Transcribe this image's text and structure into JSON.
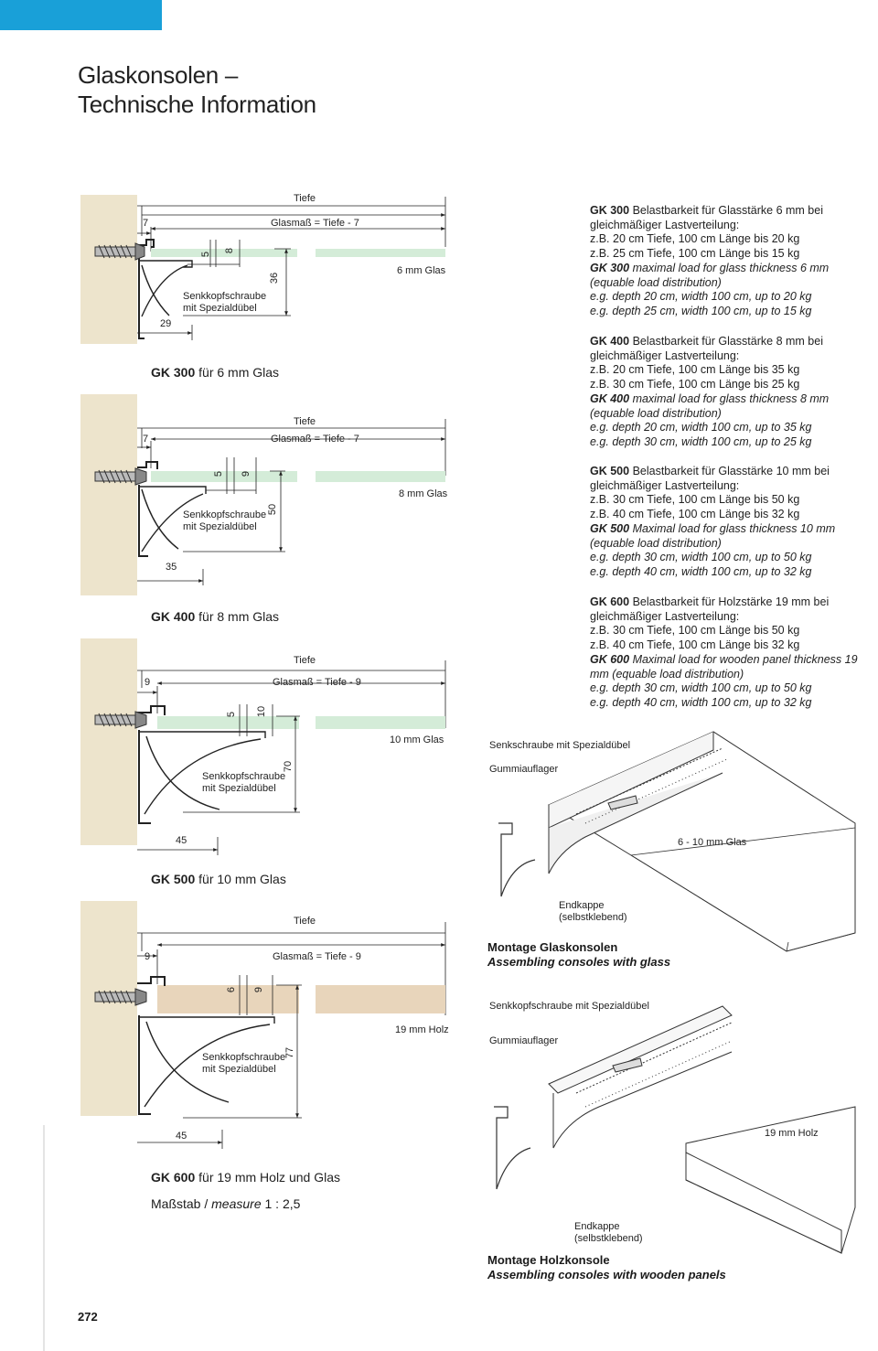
{
  "header": {
    "title_line1": "Glaskonsolen –",
    "title_line2": "Technische Information"
  },
  "diagrams": [
    {
      "id": "gk300",
      "tiefe": "Tiefe",
      "glasmass": "Glasmaß = Tiefe - 7",
      "offset": "7",
      "d1": "5",
      "d2": "8",
      "height": "36",
      "width": "29",
      "panel": "6 mm Glas",
      "screw": "Senkkopfschraube\nmit Spezialdübel",
      "cap_model": "GK 300",
      "cap_rest": " für 6 mm Glas"
    },
    {
      "id": "gk400",
      "tiefe": "Tiefe",
      "glasmass": "Glasmaß = Tiefe - 7",
      "offset": "7",
      "d1": "5",
      "d2": "9",
      "height": "50",
      "width": "35",
      "panel": "8 mm Glas",
      "screw": "Senkkopfschraube\nmit Spezialdübel",
      "cap_model": "GK 400",
      "cap_rest": " für 8 mm Glas"
    },
    {
      "id": "gk500",
      "tiefe": "Tiefe",
      "glasmass": "Glasmaß = Tiefe - 9",
      "offset": "9",
      "d1": "5",
      "d2": "10",
      "height": "70",
      "width": "45",
      "panel": "10 mm Glas",
      "screw": "Senkkopfschraube\nmit Spezialdübel",
      "cap_model": "GK 500",
      "cap_rest": " für 10 mm Glas"
    },
    {
      "id": "gk600",
      "tiefe": "Tiefe",
      "glasmass": "Glasmaß = Tiefe - 9",
      "offset": "9",
      "d1": "6",
      "d2": "9",
      "height": "77",
      "width": "45",
      "panel": "19 mm Holz",
      "screw": "Senkkopfschraube\nmit Spezialdübel",
      "cap_model": "GK 600",
      "cap_rest": " für 19 mm Holz und Glas"
    }
  ],
  "scale": {
    "label": "Maßstab / ",
    "label_en": "measure",
    "value": " 1 : 2,5"
  },
  "specs": [
    {
      "model": "GK 300",
      "de_head": " Belastbarkeit für Glasstärke 6 mm bei gleichmäßiger Lastverteilung:",
      "de_1": "z.B. 20 cm Tiefe, 100 cm Länge bis 20 kg",
      "de_2": "z.B. 25 cm Tiefe, 100 cm Länge bis 15 kg",
      "en_head": " maximal load for glass thickness 6 mm (equable load distribution)",
      "en_1": "e.g. depth 20 cm, width 100 cm, up to 20 kg",
      "en_2": "e.g. depth 25 cm, width 100 cm, up to 15 kg"
    },
    {
      "model": "GK 400",
      "de_head": " Belastbarkeit für Glasstärke 8 mm bei gleichmäßiger Lastverteilung:",
      "de_1": "z.B. 20 cm Tiefe, 100 cm Länge bis 35 kg",
      "de_2": "z.B. 30 cm Tiefe, 100 cm Länge bis 25 kg",
      "en_head": " maximal load for glass thickness 8 mm (equable load distribution)",
      "en_1": "e.g. depth 20 cm, width 100 cm, up to 35 kg",
      "en_2": "e.g. depth 30 cm, width 100 cm, up to 25 kg"
    },
    {
      "model": "GK 500",
      "de_head": " Belastbarkeit für Glasstärke 10 mm bei gleichmäßiger Lastverteilung:",
      "de_1": "z.B. 30 cm Tiefe, 100 cm Länge bis 50 kg",
      "de_2": "z.B. 40 cm Tiefe, 100 cm Länge bis 32 kg",
      "en_head": " Maximal load for glass thickness 10 mm (equable load distribution)",
      "en_1": "e.g. depth 30 cm, width 100 cm, up to 50 kg",
      "en_2": "e.g. depth 40 cm, width 100 cm, up to 32 kg"
    },
    {
      "model": "GK 600",
      "de_head": " Belastbarkeit für Holzstärke 19 mm bei gleichmäßiger Lastverteilung:",
      "de_1": "z.B. 30 cm Tiefe, 100 cm Länge bis 50 kg",
      "de_2": "z.B. 40 cm Tiefe, 100 cm Länge bis 32 kg",
      "en_head": " Maximal load for wooden panel thickness 19 mm (equable load distribution)",
      "en_1": "e.g. depth 30 cm, width 100 cm, up to 50 kg",
      "en_2": "e.g. depth 40 cm, width 100 cm, up to 32 kg"
    }
  ],
  "montage": [
    {
      "screw": "Senkschraube mit Spezialdübel",
      "rubber": "Gummiauflager",
      "panel": "6 - 10 mm Glas",
      "endcap": "Endkappe\n(selbstklebend)",
      "title_de": "Montage Glaskonsolen",
      "title_en": "Assembling consoles with glass"
    },
    {
      "screw": "Senkkopfschraube mit Spezialdübel",
      "rubber": "Gummiauflager",
      "panel": "19 mm Holz",
      "endcap": "Endkappe\n(selbstklebend)",
      "title_de": "Montage Holzkonsole",
      "title_en": "Assembling consoles with wooden panels"
    }
  ],
  "page_number": "272",
  "colors": {
    "accent": "#19a0d8",
    "wall": "#ede4cc",
    "glass": "#d4ecd8",
    "wood": "#e8d5bb"
  }
}
